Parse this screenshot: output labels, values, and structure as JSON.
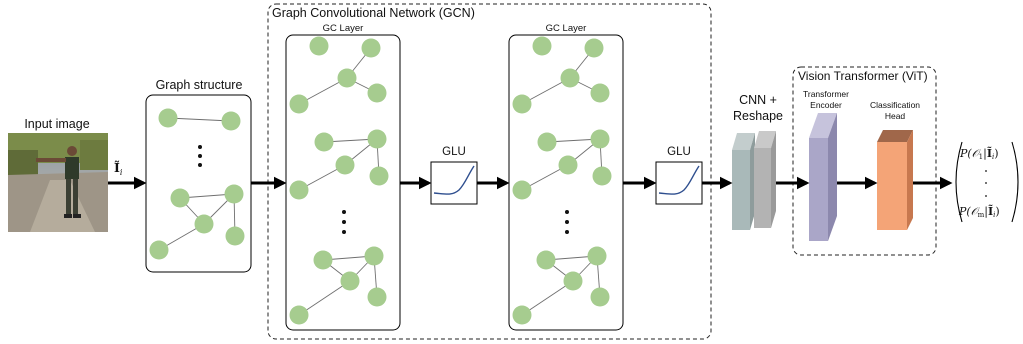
{
  "input": {
    "title": "Input image",
    "symbol": "Ĩ",
    "symbol_sub": "i"
  },
  "graph_structure": {
    "title": "Graph structure"
  },
  "gcn": {
    "title": "Graph Convolutional Network (GCN)",
    "layers": [
      {
        "title": "GC Layer"
      },
      {
        "title": "GC Layer"
      }
    ],
    "glu_blocks": [
      {
        "title": "GLU"
      },
      {
        "title": "GLU"
      }
    ]
  },
  "cnn": {
    "line1": "CNN +",
    "line2": "Reshape"
  },
  "vit": {
    "title": "Vision Transformer (ViT)",
    "encoder": {
      "line1": "Transformer",
      "line2": "Encoder"
    },
    "head": {
      "line1": "Classification",
      "line2": "Head"
    }
  },
  "output": {
    "first": {
      "prefix": "P(",
      "O": "𝒪",
      "O_sub": "1",
      "bar": "|",
      "I": "Ĩ",
      "I_sub": "i",
      "suffix": ")"
    },
    "last": {
      "prefix": "P(",
      "O": "𝒪",
      "O_sub": "m",
      "bar": "|",
      "I": "Ĩ",
      "I_sub": "i",
      "suffix": ")"
    }
  },
  "colors": {
    "node": "#a6cc8f",
    "cnn_block_front": "#a9b9b9",
    "encoder_block": "#aaa6c8",
    "classification_head": "#f4a477"
  }
}
